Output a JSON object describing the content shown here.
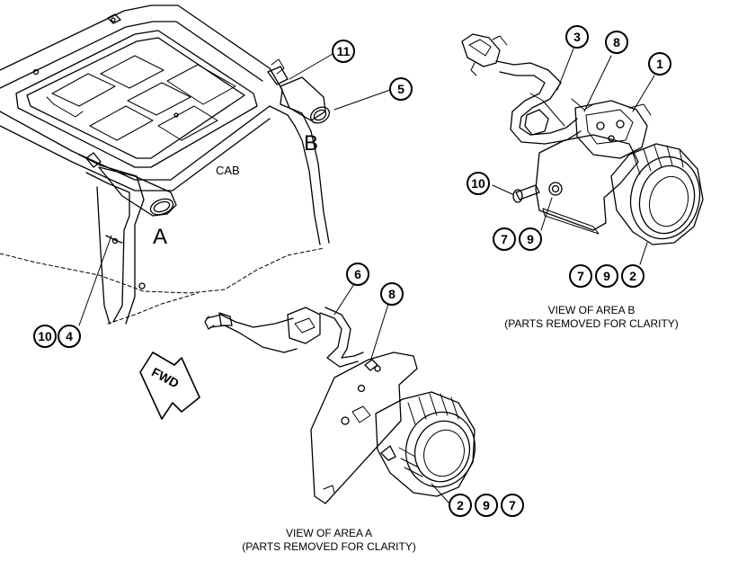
{
  "labels": {
    "cab": "CAB",
    "area_a": "A",
    "area_b": "B",
    "fwd": "FWD"
  },
  "captions": {
    "view_a_line1": "VIEW OF AREA A",
    "view_a_line2": "(PARTS REMOVED FOR CLARITY)",
    "view_b_line1": "VIEW OF AREA B",
    "view_b_line2": "(PARTS REMOVED FOR CLARITY)"
  },
  "callouts": {
    "main": {
      "item_11": "11",
      "item_5": "5",
      "item_10": "10",
      "item_4": "4"
    },
    "view_a": {
      "item_6": "6",
      "item_8": "8",
      "item_2": "2",
      "item_9": "9",
      "item_7": "7"
    },
    "view_b": {
      "item_3": "3",
      "item_8": "8",
      "item_1": "1",
      "item_10": "10",
      "item_7_left": "7",
      "item_9_left": "9",
      "item_7_bottom": "7",
      "item_9_bottom": "9",
      "item_2": "2"
    }
  }
}
